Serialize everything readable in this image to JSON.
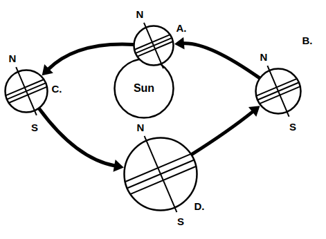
{
  "diagram": {
    "nodes": [
      {
        "text": [
          "A."
        ]
      },
      {
        "text": [
          "B."
        ]
      },
      {
        "text": [
          "C."
        ]
      },
      {
        "text": [
          "Sun"
        ]
      },
      {
        "text": [
          "D."
        ]
      }
    ],
    "edges": [
      {
        "from": 0,
        "to": 2,
        "arrow": "to"
      },
      {
        "from": 2,
        "to": 4,
        "arrow": "to"
      },
      {
        "from": 4,
        "to": 1,
        "arrow": "to"
      },
      {
        "from": 1,
        "to": 0,
        "arrow": "to"
      }
    ],
    "labels": [
      "N",
      "N",
      "S",
      "N",
      "S",
      "N",
      "S"
    ]
  }
}
